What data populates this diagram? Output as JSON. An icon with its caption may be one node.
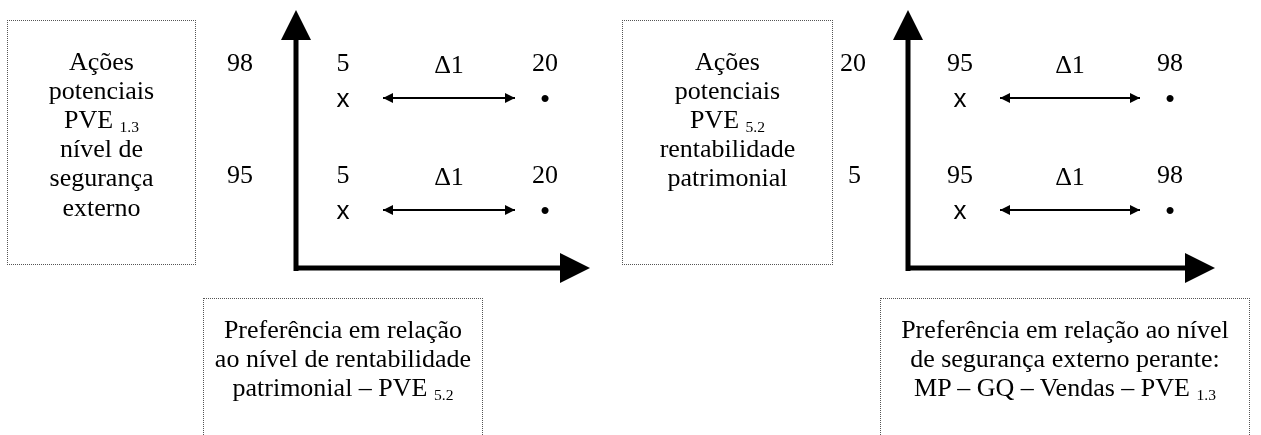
{
  "diagram": {
    "nodes": [
      {
        "text": [
          "Ações potenciais PVE $_{1.3}$ nível de segurança externo"
        ]
      },
      {
        "text": [
          "5",
          "x"
        ]
      },
      {
        "text": [
          "20",
          "•"
        ]
      },
      {
        "text": [
          "5",
          "x"
        ]
      },
      {
        "text": [
          "20",
          "•"
        ]
      },
      {
        "text": [
          "Ações potenciais PVE $_{5.2}$ rentabilidade patrimonial"
        ]
      },
      {
        "text": [
          "95",
          "x"
        ]
      },
      {
        "text": [
          "98",
          "•"
        ]
      },
      {
        "text": [
          "95",
          "x"
        ]
      },
      {
        "text": [
          "98",
          "•"
        ]
      },
      {
        "text": [
          "Preferência em relação ao nível de rentabilidade patrimonial – PVE $_{5.2}$"
        ]
      },
      {
        "text": [
          "Preferência em relação ao nível de segurança externo perante: MP – GQ – Vendas – PVE $_{1.3}$"
        ]
      }
    ],
    "edges": [
      {
        "from": 1,
        "to": 2,
        "arrow": "both",
        "label": "Δ1"
      },
      {
        "from": 3,
        "to": 4,
        "arrow": "both",
        "label": "Δ1"
      },
      {
        "from": 6,
        "to": 7,
        "arrow": "both",
        "label": "Δ1"
      },
      {
        "from": 8,
        "to": 9,
        "arrow": "both",
        "label": "Δ1"
      }
    ],
    "labels": [
      "98",
      "95",
      "20",
      "5"
    ]
  }
}
